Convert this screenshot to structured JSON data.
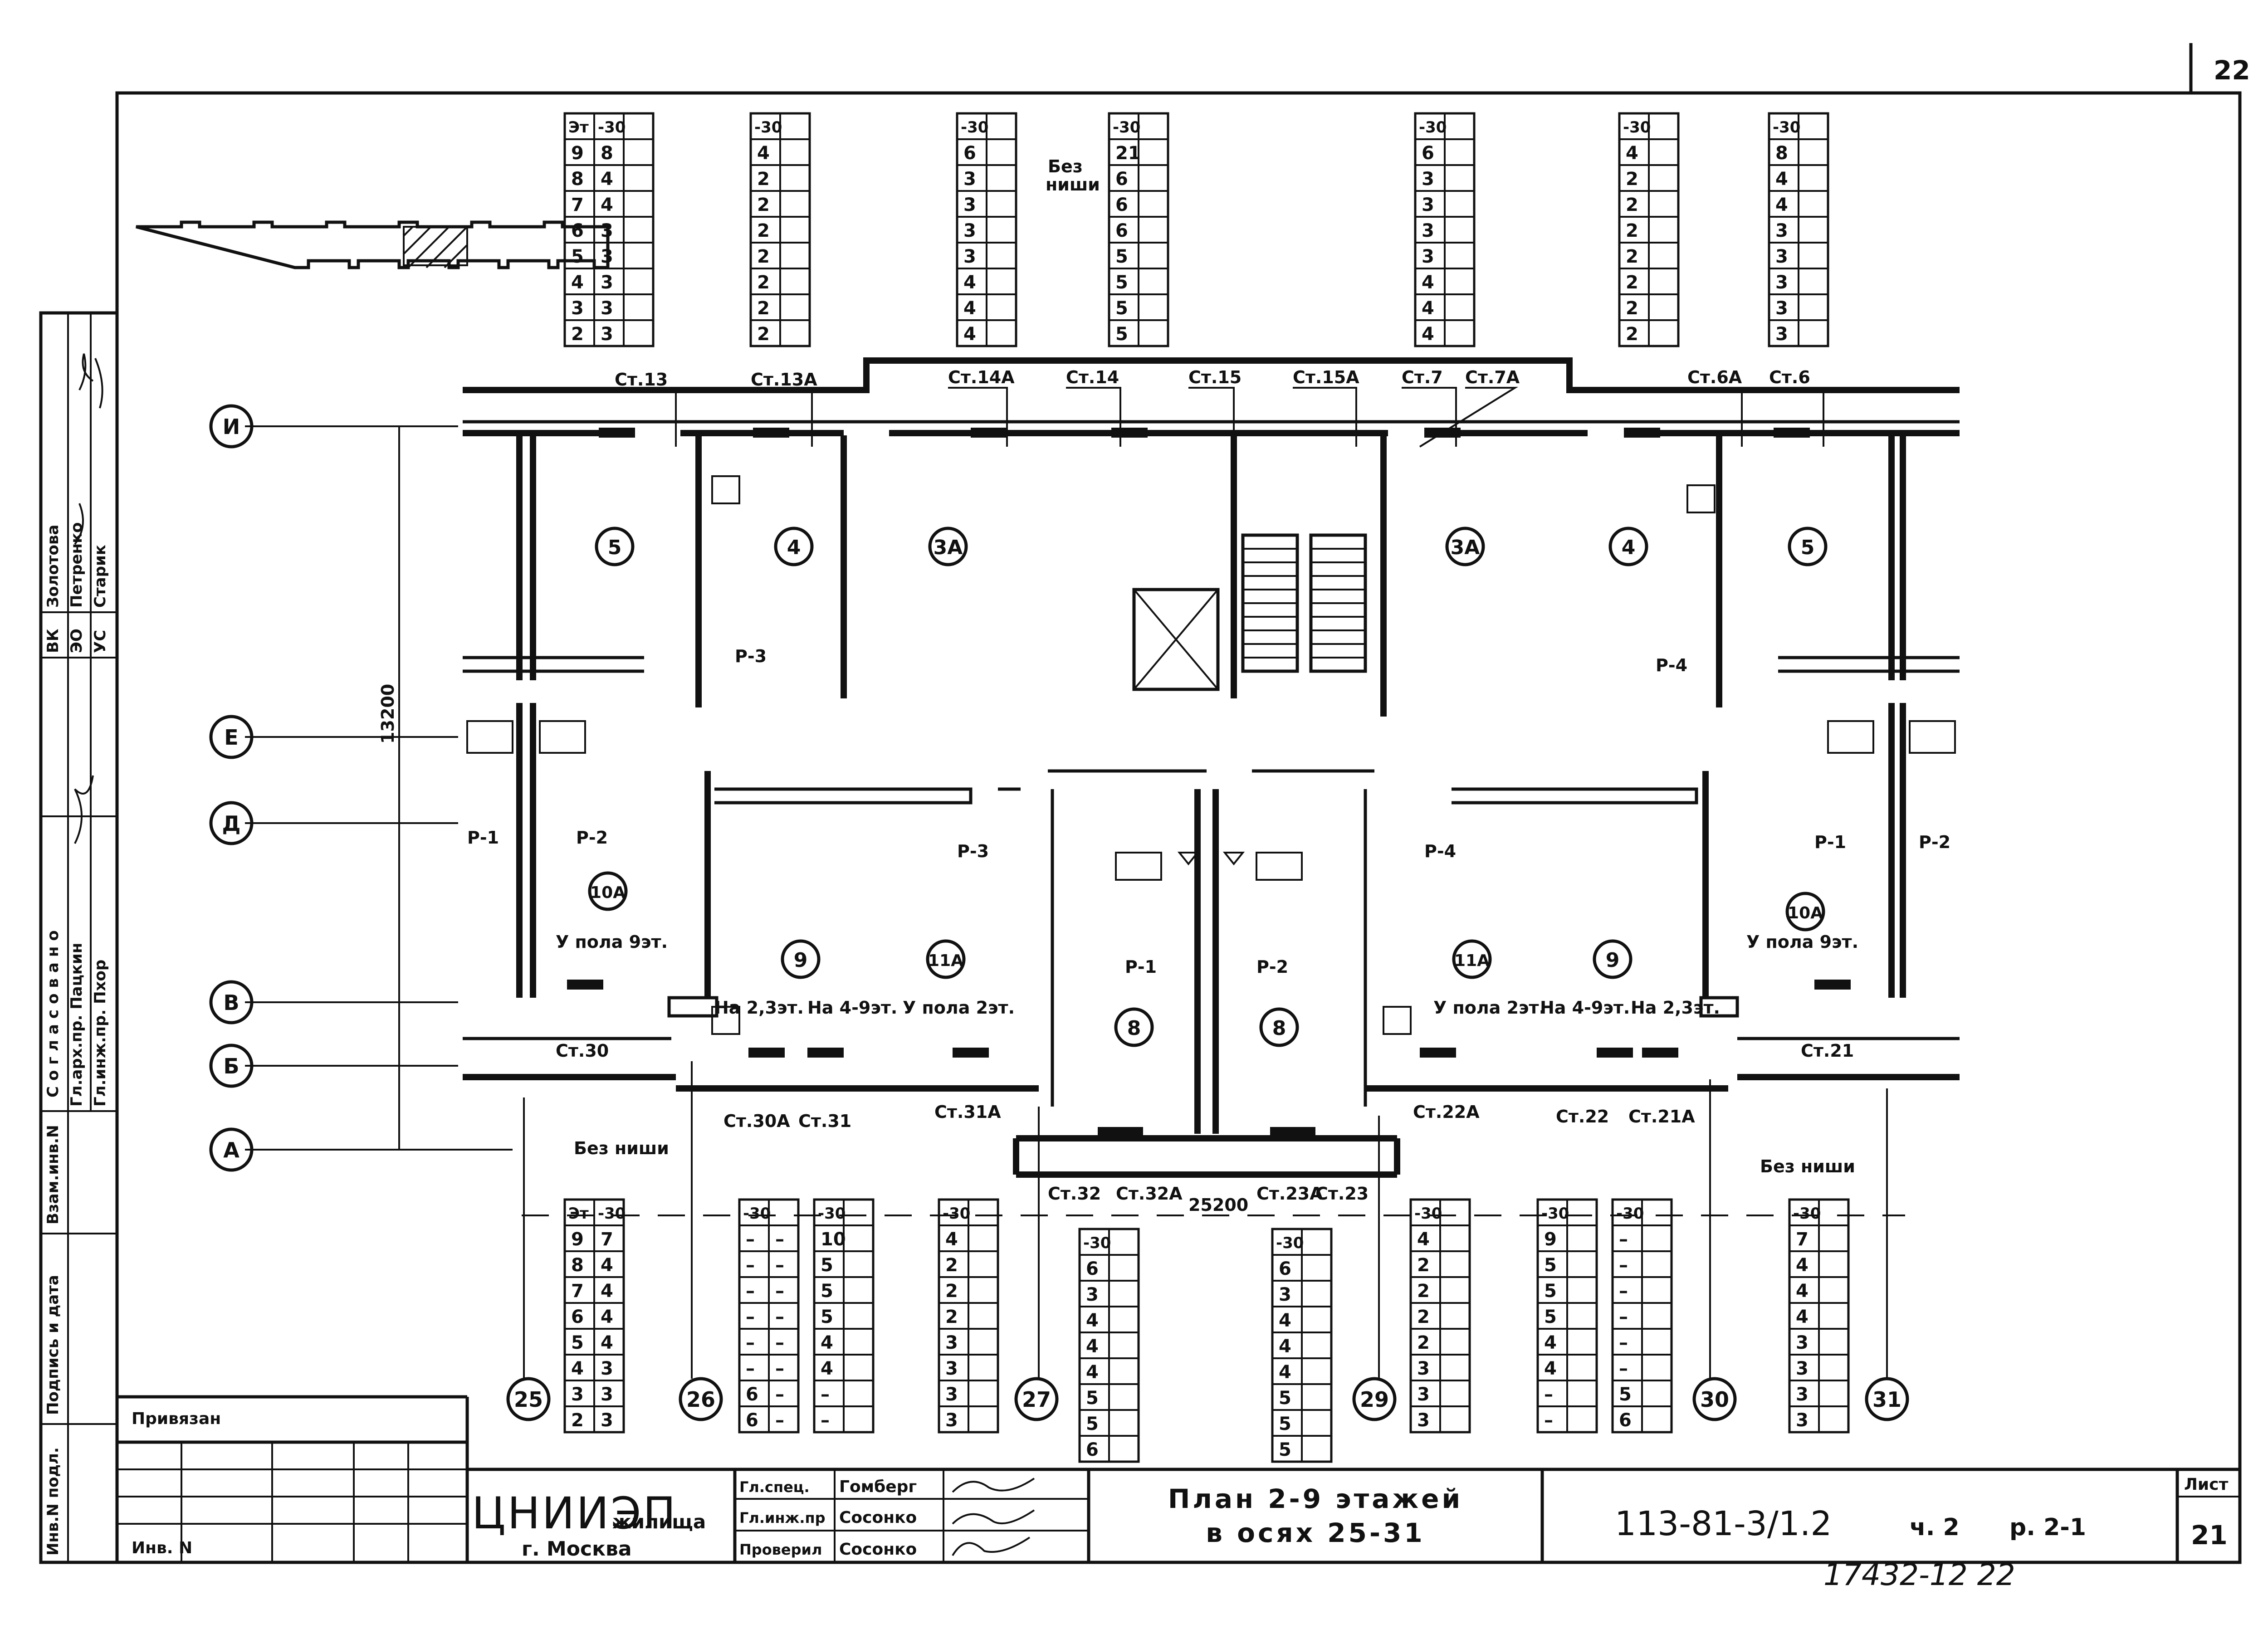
{
  "sheet": {
    "top_right_number": "22",
    "bottom_stamp": "17432-12 22"
  },
  "title_block": {
    "privyazan": "Привязан",
    "inv_n": "Инв. N",
    "org_main": "ЦНИИЭП",
    "org_suffix": "жилища",
    "city": "г. Москва",
    "roles": [
      {
        "role": "Гл.спец.",
        "name": "Гомберг"
      },
      {
        "role": "Гл.инж.пр",
        "name": "Сосонко"
      },
      {
        "role": "Проверил",
        "name": "Сосонко"
      }
    ],
    "title_line1": "План 2-9 этажей",
    "title_line2": "в осях 25-31",
    "doc_code": "113-81-3/1.2",
    "part": "ч. 2",
    "section": "р. 2-1",
    "sheet_label": "Лист",
    "sheet_number": "21"
  },
  "left_margin": {
    "names": [
      "Золотова",
      "Петренко",
      "Старик"
    ],
    "depts": [
      "ВК",
      "ЭО",
      "УС"
    ],
    "soglasovano": "Согласовано",
    "approvers": [
      "Гл.арх.пр. Пацкин",
      "Гл.инж.пр. Пхор"
    ],
    "vzam": "Взам.инв.N",
    "podpis": "Подпись и дата",
    "inv_podl": "Инв.N подл."
  },
  "axes": {
    "rows": [
      "И",
      "Е",
      "Д",
      "В",
      "Б",
      "А"
    ],
    "cols": [
      "25",
      "26",
      "27",
      "29",
      "30",
      "31"
    ],
    "dim_vertical": "13200",
    "dim_horizontal": "25200"
  },
  "rooms": [
    "5",
    "4",
    "3А",
    "3А",
    "4",
    "5",
    "10А",
    "9",
    "11А",
    "8",
    "8",
    "11А",
    "9",
    "10А"
  ],
  "risers_top": [
    "Ст.13",
    "Ст.13А",
    "Ст.14А",
    "Ст.14",
    "Ст.15",
    "Ст.15А",
    "Ст.7",
    "Ст.7А",
    "Ст.6А",
    "Ст.6"
  ],
  "risers_bottom": [
    "Ст.30",
    "Ст.30А",
    "Ст.31",
    "Ст.31А",
    "Ст.32",
    "Ст.32А",
    "Ст.23А",
    "Ст.23",
    "Ст.22А",
    "Ст.22",
    "Ст.21А",
    "Ст.21"
  ],
  "pipes": [
    "Р-3",
    "Р-4",
    "Р-1",
    "Р-2",
    "Р-3",
    "Р-1",
    "Р-2",
    "Р-4",
    "Р-1",
    "Р-2"
  ],
  "notes": {
    "floor9": "У пола 9эт.",
    "floor2": "У пола 2эт.",
    "on23": "На 2,3эт.",
    "on49": "На 4-9эт.",
    "no_niche": "Без ниши",
    "no_niche_top": [
      "Без",
      "ниши"
    ]
  },
  "tables_top": [
    {
      "header": [
        "Эт",
        "-30"
      ],
      "rows": [
        [
          "9",
          "8"
        ],
        [
          "8",
          "4"
        ],
        [
          "7",
          "4"
        ],
        [
          "6",
          "3"
        ],
        [
          "5",
          "3"
        ],
        [
          "4",
          "3"
        ],
        [
          "3",
          "3"
        ],
        [
          "2",
          "3"
        ]
      ]
    },
    {
      "header": [
        "-30"
      ],
      "rows": [
        [
          "4"
        ],
        [
          "2"
        ],
        [
          "2"
        ],
        [
          "2"
        ],
        [
          "2"
        ],
        [
          "2"
        ],
        [
          "2"
        ],
        [
          "2"
        ]
      ]
    },
    {
      "header": [
        "-30"
      ],
      "rows": [
        [
          "6"
        ],
        [
          "3"
        ],
        [
          "3"
        ],
        [
          "3"
        ],
        [
          "3"
        ],
        [
          "4"
        ],
        [
          "4"
        ],
        [
          "4"
        ]
      ]
    },
    {
      "header": [
        "-30"
      ],
      "rows": [
        [
          "21"
        ],
        [
          "6"
        ],
        [
          "6"
        ],
        [
          "6"
        ],
        [
          "5"
        ],
        [
          "5"
        ],
        [
          "5"
        ],
        [
          "5"
        ]
      ]
    },
    {
      "header": [
        "-30"
      ],
      "rows": [
        [
          "6"
        ],
        [
          "3"
        ],
        [
          "3"
        ],
        [
          "3"
        ],
        [
          "3"
        ],
        [
          "4"
        ],
        [
          "4"
        ],
        [
          "4"
        ]
      ]
    },
    {
      "header": [
        "-30"
      ],
      "rows": [
        [
          "4"
        ],
        [
          "2"
        ],
        [
          "2"
        ],
        [
          "2"
        ],
        [
          "2"
        ],
        [
          "2"
        ],
        [
          "2"
        ],
        [
          "2"
        ]
      ]
    },
    {
      "header": [
        "-30"
      ],
      "rows": [
        [
          "8"
        ],
        [
          "4"
        ],
        [
          "4"
        ],
        [
          "3"
        ],
        [
          "3"
        ],
        [
          "3"
        ],
        [
          "3"
        ],
        [
          "3"
        ]
      ]
    }
  ],
  "tables_bottom": [
    {
      "header": [
        "Эт",
        "-30"
      ],
      "rows": [
        [
          "9",
          "7"
        ],
        [
          "8",
          "4"
        ],
        [
          "7",
          "4"
        ],
        [
          "6",
          "4"
        ],
        [
          "5",
          "4"
        ],
        [
          "4",
          "3"
        ],
        [
          "3",
          "3"
        ],
        [
          "2",
          "3"
        ]
      ]
    },
    {
      "header": [
        "-30"
      ],
      "rows": [
        [
          "–",
          "–"
        ],
        [
          "–",
          "–"
        ],
        [
          "–",
          "–"
        ],
        [
          "–",
          "–"
        ],
        [
          "–",
          "–"
        ],
        [
          "–",
          "–"
        ],
        [
          "6",
          "–"
        ],
        [
          "6",
          "–"
        ]
      ]
    },
    {
      "header": [
        "-30"
      ],
      "rows": [
        [
          "10"
        ],
        [
          "5"
        ],
        [
          "5"
        ],
        [
          "5"
        ],
        [
          "4"
        ],
        [
          "4"
        ],
        [
          "–"
        ],
        [
          "–"
        ]
      ]
    },
    {
      "header": [
        "-30"
      ],
      "rows": [
        [
          "4"
        ],
        [
          "2"
        ],
        [
          "2"
        ],
        [
          "2"
        ],
        [
          "3"
        ],
        [
          "3"
        ],
        [
          "3"
        ],
        [
          "3"
        ]
      ]
    },
    {
      "header": [
        "-30"
      ],
      "rows": [
        [
          "6"
        ],
        [
          "3"
        ],
        [
          "4"
        ],
        [
          "4"
        ],
        [
          "4"
        ],
        [
          "5"
        ],
        [
          "5"
        ],
        [
          "6"
        ]
      ]
    },
    {
      "header": [
        "-30"
      ],
      "rows": [
        [
          "6"
        ],
        [
          "3"
        ],
        [
          "4"
        ],
        [
          "4"
        ],
        [
          "4"
        ],
        [
          "5"
        ],
        [
          "5"
        ],
        [
          "5"
        ]
      ]
    },
    {
      "header": [
        "-30"
      ],
      "rows": [
        [
          "4"
        ],
        [
          "2"
        ],
        [
          "2"
        ],
        [
          "2"
        ],
        [
          "2"
        ],
        [
          "3"
        ],
        [
          "3"
        ],
        [
          "3"
        ]
      ]
    },
    {
      "header": [
        "-30"
      ],
      "rows": [
        [
          "9"
        ],
        [
          "5"
        ],
        [
          "5"
        ],
        [
          "5"
        ],
        [
          "4"
        ],
        [
          "4"
        ],
        [
          "–"
        ],
        [
          "–"
        ]
      ]
    },
    {
      "header": [
        "-30"
      ],
      "rows": [
        [
          "–"
        ],
        [
          "–"
        ],
        [
          "–"
        ],
        [
          "–"
        ],
        [
          "–"
        ],
        [
          "–"
        ],
        [
          "5"
        ],
        [
          "6"
        ]
      ]
    },
    {
      "header": [
        "-30"
      ],
      "rows": [
        [
          "7"
        ],
        [
          "4"
        ],
        [
          "4"
        ],
        [
          "4"
        ],
        [
          "3"
        ],
        [
          "3"
        ],
        [
          "3"
        ],
        [
          "3"
        ]
      ]
    }
  ]
}
